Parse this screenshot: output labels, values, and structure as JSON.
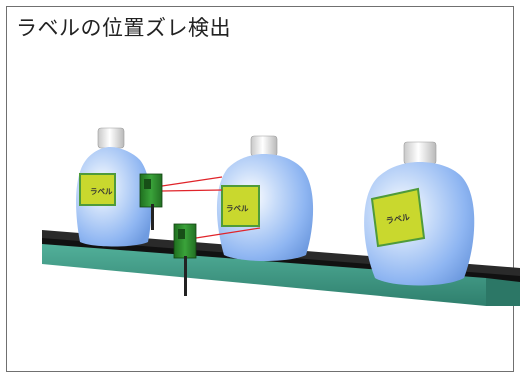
{
  "title": "ラベルの位置ズレ検出",
  "labels": [
    "ラベル",
    "ラベル",
    "ラベル"
  ],
  "colors": {
    "belt": "#1a1a1a",
    "rail": "#3f9b86",
    "bottle": "#8fb6f2",
    "label": "#c9d82e",
    "label_border": "#4f9b3a",
    "sensor": "#2b8a2b",
    "beam": "#e0242a"
  },
  "icons": [
    "bottle",
    "photoelectric-sensor",
    "conveyor-belt"
  ]
}
